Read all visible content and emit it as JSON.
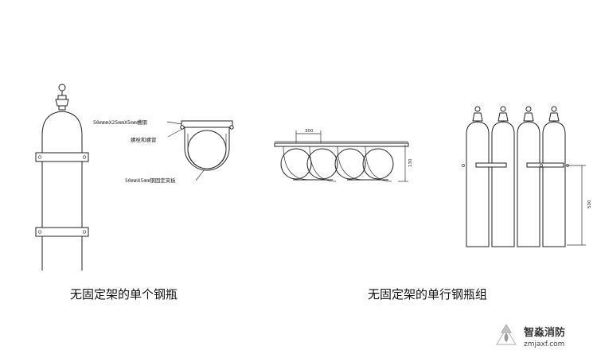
{
  "captions": {
    "single": "无固定架的单个钢瓶",
    "group": "无固定架的单行钢瓶组"
  },
  "labels": {
    "channel_steel": "50mmmX25mmX5mm槽钢",
    "bolt_nut": "螺栓和螺冒",
    "clamp_plate": "50mmX5mm钢固定夹板"
  },
  "dimensions": {
    "top_view_width": "300",
    "top_view_height": "130",
    "group_height": "500"
  },
  "watermark": {
    "title": "智淼消防",
    "url": "zmjaxf.com",
    "logo": "flame-logo"
  }
}
